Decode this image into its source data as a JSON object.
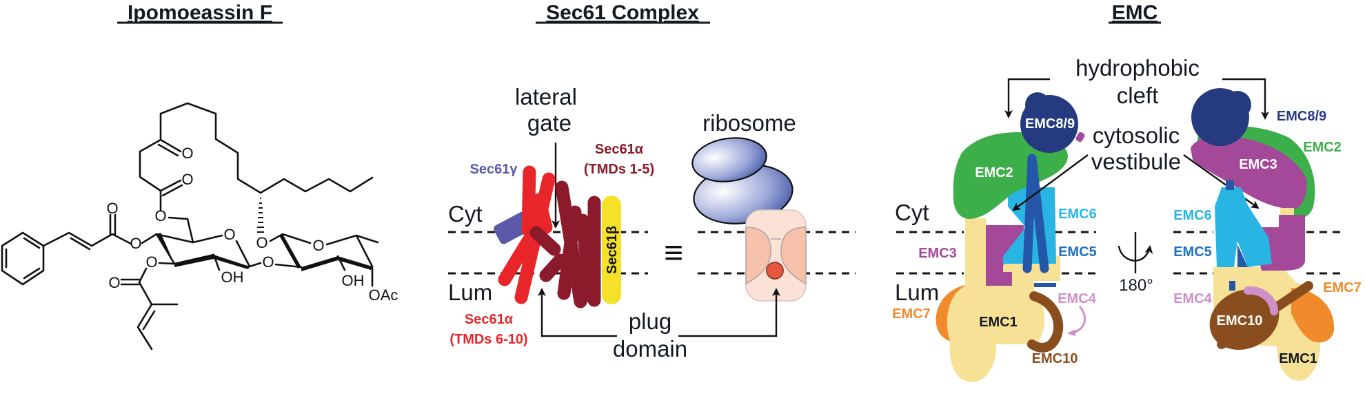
{
  "panels": {
    "ipomoeassin": {
      "title": "Ipomoeassin F",
      "atoms": {
        "ketone_o": "O",
        "ester_o_top": "O",
        "ester_o_link": "O",
        "cinnamoyl_co": "O",
        "cinnamoyl_o": "O",
        "ring1_o": "O",
        "ring1_o3": "O",
        "tigloyl_co": "O",
        "ring1_oh": "OH",
        "glyco_o": "O",
        "macro_o": "O",
        "ring2_o": "O",
        "ring2_oh": "OH",
        "ring2_oac": "OAc"
      }
    },
    "sec61": {
      "title": "Sec61 Complex",
      "lateral_gate": [
        "lateral",
        "gate"
      ],
      "ribosome": "ribosome",
      "plug_domain": [
        "plug",
        "domain"
      ],
      "cyt": "Cyt",
      "lum": "Lum",
      "equiv": "≡",
      "sec61_gamma": "Sec61γ",
      "sec61_alpha_top": [
        "Sec61α",
        "(TMDs 1-5)"
      ],
      "sec61_alpha_bottom": [
        "Sec61α",
        "(TMDs 6-10)"
      ],
      "sec61_beta": "Sec61β",
      "colors": {
        "gamma": "#5a5aa8",
        "alpha_tmd_1_5": "#8b1a2a",
        "alpha_tmd_6_10": "#e8262a",
        "beta": "#f5e12a",
        "ribosome": "#3c4fa0",
        "channel": "#f6c8b4",
        "plug": "#e5573e"
      }
    },
    "emc": {
      "title": "EMC",
      "hydrophobic_cleft": [
        "hydrophobic",
        "cleft"
      ],
      "cytosolic_vestibule": [
        "cytosolic",
        "vestibule"
      ],
      "cyt": "Cyt",
      "lum": "Lum",
      "rotation": "180°",
      "left_view": {
        "emc8_9": "EMC8/9",
        "emc2": "EMC2",
        "emc6": "EMC6",
        "emc5": "EMC5",
        "emc3": "EMC3",
        "emc4": "EMC4",
        "emc7": "EMC7",
        "emc1": "EMC1",
        "emc10": "EMC10"
      },
      "right_view": {
        "emc8_9": "EMC8/9",
        "emc2": "EMC2",
        "emc3": "EMC3",
        "emc6": "EMC6",
        "emc5": "EMC5",
        "emc4": "EMC4",
        "emc7": "EMC7",
        "emc10": "EMC10",
        "emc1": "EMC1"
      },
      "colors": {
        "emc1": "#f7e196",
        "emc2": "#3daf4a",
        "emc3": "#a4499a",
        "emc4": "#cf8fc8",
        "emc5": "#2557a8",
        "emc6": "#29b5e3",
        "emc7": "#f08a2a",
        "emc8_9": "#263a80",
        "emc10": "#8a4e1e"
      }
    }
  }
}
